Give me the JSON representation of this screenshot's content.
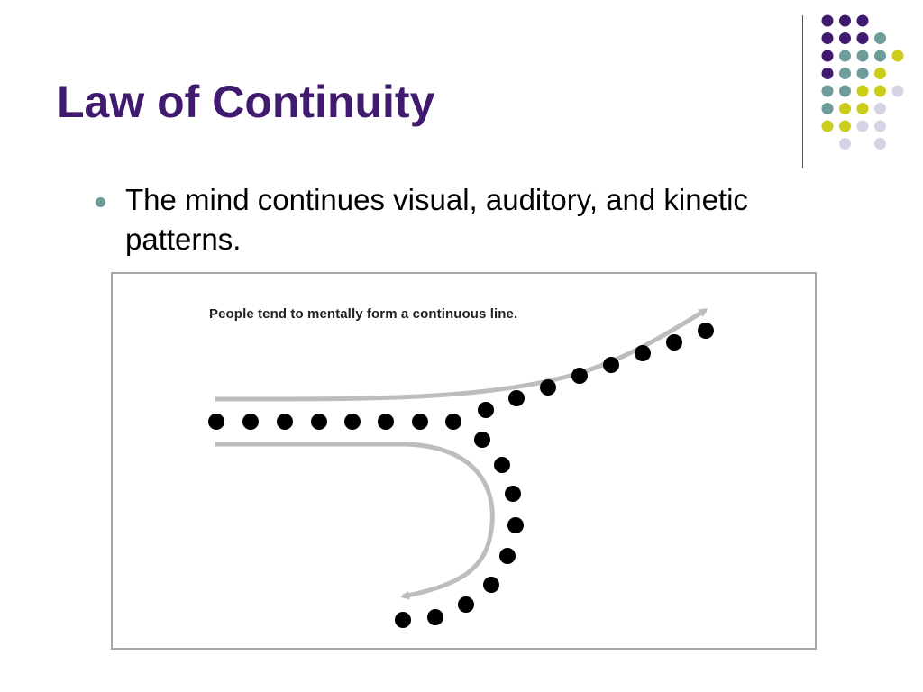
{
  "slide": {
    "title": "Law of Continuity",
    "bullets": [
      {
        "text": "The mind continues visual, auditory, and kinetic patterns."
      }
    ]
  },
  "figure": {
    "caption": "People tend to mentally form a continuous line."
  },
  "colors": {
    "title": "#3f1a6e",
    "bullet_marker": "#6e9c9a",
    "dot_purple": "#3f1a6e",
    "dot_teal": "#6e9c9a",
    "dot_yellow": "#cccc1a",
    "dot_lavender": "#d5d3e6",
    "figure_border": "#a6a6a6",
    "arrow_line": "#bdbdbd",
    "figure_dot": "#000000"
  },
  "decor_grid": [
    [
      "purple",
      "purple",
      "purple",
      "none",
      "none"
    ],
    [
      "purple",
      "purple",
      "purple",
      "teal",
      "none"
    ],
    [
      "purple",
      "teal",
      "teal",
      "teal",
      "yellow"
    ],
    [
      "purple",
      "teal",
      "teal",
      "yellow",
      "none"
    ],
    [
      "teal",
      "teal",
      "yellow",
      "yellow",
      "lavender"
    ],
    [
      "teal",
      "yellow",
      "yellow",
      "lavender",
      "none"
    ],
    [
      "yellow",
      "yellow",
      "lavender",
      "lavender",
      "none"
    ],
    [
      "none",
      "lavender",
      "none",
      "lavender",
      "none"
    ]
  ]
}
